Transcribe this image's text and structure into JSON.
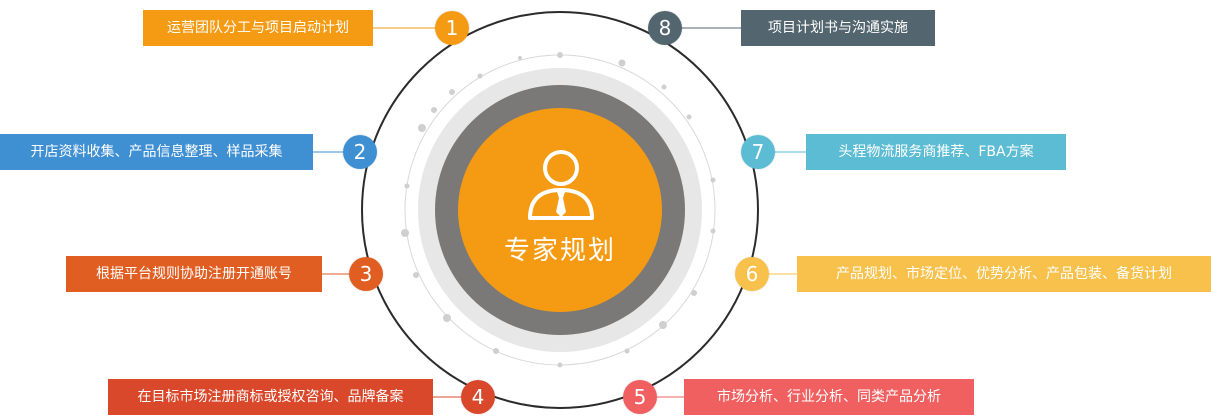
{
  "center": {
    "title": "专家规划"
  },
  "colors": {
    "orange": "#f59a13",
    "blue": "#3f8fd3",
    "red_orange": "#e15e22",
    "brick": "#d9482b",
    "coral": "#f06060",
    "yellow": "#f7c14b",
    "teal": "#5bbcd3",
    "slate": "#53656f"
  },
  "steps": [
    {
      "num": "1",
      "label": "运营团队分工与项目启动计划",
      "color": "#f59a13"
    },
    {
      "num": "2",
      "label": "开店资料收集、产品信息整理、样品采集",
      "color": "#3f8fd3"
    },
    {
      "num": "3",
      "label": "根据平台规则协助注册开通账号",
      "color": "#e15e22"
    },
    {
      "num": "4",
      "label": "在目标市场注册商标或授权咨询、品牌备案",
      "color": "#d9482b"
    },
    {
      "num": "5",
      "label": "市场分析、行业分析、同类产品分析",
      "color": "#f06060"
    },
    {
      "num": "6",
      "label": "产品规划、市场定位、优势分析、产品包装、备货计划",
      "color": "#f7c14b"
    },
    {
      "num": "7",
      "label": "头程物流服务商推荐、FBA方案",
      "color": "#5bbcd3"
    },
    {
      "num": "8",
      "label": "项目计划书与沟通实施",
      "color": "#53656f"
    }
  ]
}
